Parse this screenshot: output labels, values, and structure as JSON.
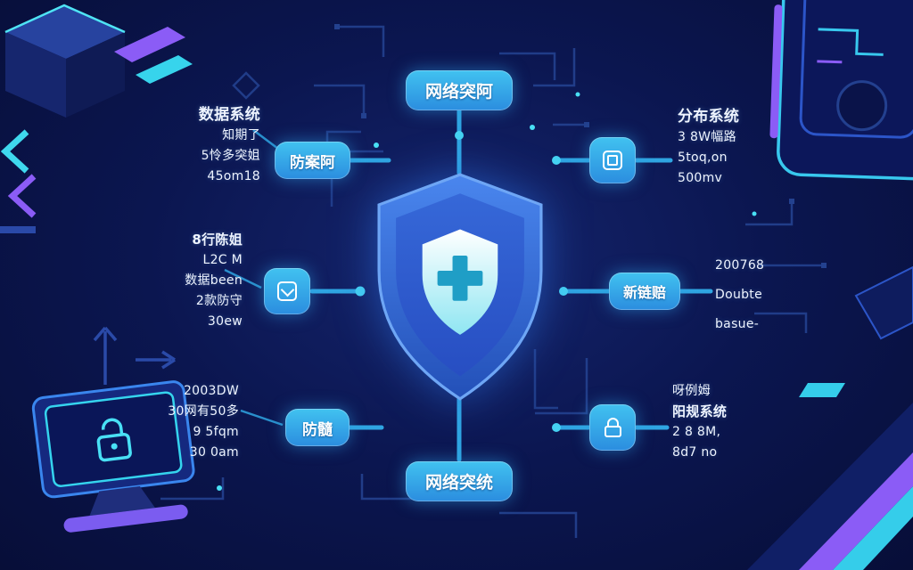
{
  "center": {
    "top_label": "网络突阿",
    "bottom_label": "网络突统"
  },
  "nodes": {
    "left_top": {
      "label": "防案阿"
    },
    "left_bottom": {
      "label": "防髓"
    },
    "right_mid": {
      "label": "新链赔"
    }
  },
  "text_blocks": {
    "top_left": [
      "数据系统",
      "知期了",
      "5怜多突姐",
      "45om18"
    ],
    "mid_left": [
      "8行陈姐",
      "L2C M",
      "数据been",
      "2款防守",
      "30ew"
    ],
    "bottom_left": [
      "2003DW",
      "30网有50多",
      "9 5fqm",
      "30 0am"
    ],
    "top_right": [
      "分布系统",
      "3 8W幅路",
      "5toq,on",
      "500mv"
    ],
    "mid_right": [
      "200768",
      "Doubte",
      "basue-"
    ],
    "bottom_right": [
      "呀例姆",
      "阳规系统",
      "2 8 8M,",
      "8d7 no"
    ]
  },
  "colors": {
    "background": "#0b1650",
    "node_blue": "#2fa9e6",
    "accent_cyan": "#3fd8ee",
    "accent_purple": "#8b5cf6",
    "shield_blue": "#2e6bdb",
    "cross_teal": "#1f9ec6"
  }
}
